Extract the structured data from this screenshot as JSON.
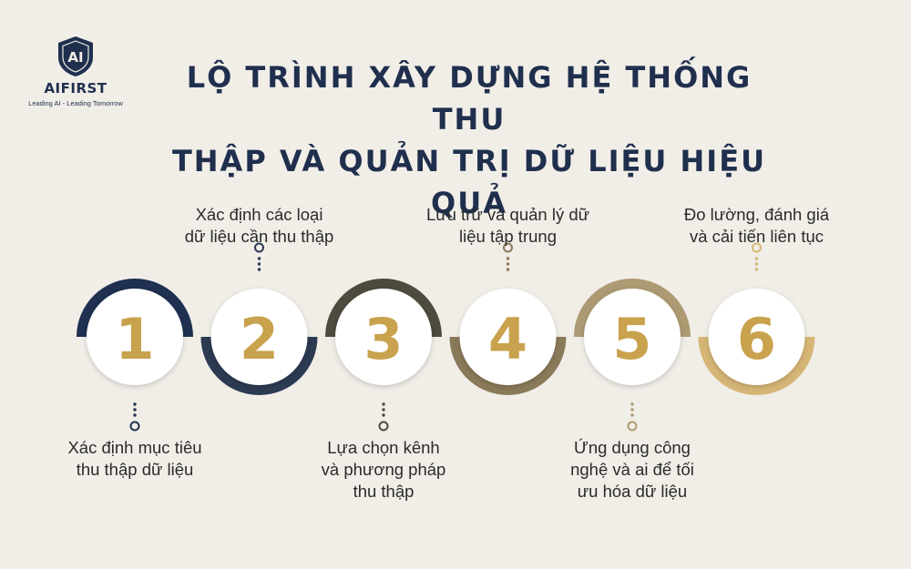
{
  "brand": {
    "mark": "AI",
    "name": "AIFIRST",
    "tagline": "Leading AI - Leading Tomorrow"
  },
  "title": {
    "line1": "LỘ TRÌNH XÂY DỰNG HỆ THỐNG THU",
    "line2": "THẬP VÀ QUẢN TRỊ DỮ LIỆU HIỆU QUẢ"
  },
  "steps": [
    {
      "number": "1",
      "color": "#1f3050",
      "label": [
        "Xác định mục tiêu",
        "thu thập dữ liệu"
      ]
    },
    {
      "number": "2",
      "color": "#2c3a52",
      "label": [
        "Xác định các loại",
        "dữ liệu cần thu thập"
      ]
    },
    {
      "number": "3",
      "color": "#4e4a3e",
      "label": [
        "Lựa chọn kênh",
        "và phương pháp",
        "thu thập"
      ]
    },
    {
      "number": "4",
      "color": "#8a7a59",
      "label": [
        "Lưu trữ và quản lý dữ",
        "liệu tập trung"
      ]
    },
    {
      "number": "5",
      "color": "#ad9a73",
      "label": [
        "Ứng dụng công",
        "nghệ và ai để tối",
        "ưu hóa dữ liệu"
      ]
    },
    {
      "number": "6",
      "color": "#d6b676",
      "label": [
        "Đo lường, đánh giá",
        "và cải tiến liên tục"
      ]
    }
  ],
  "colors": {
    "background": "#f1eee8",
    "title": "#1f2f4d",
    "number_gold": "#c9a24e"
  }
}
